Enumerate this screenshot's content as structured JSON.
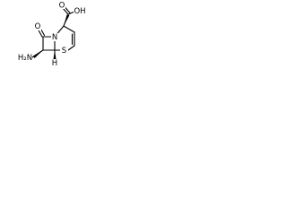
{
  "structure": {
    "atoms": {
      "carbonyl_o": "O",
      "acid_o": "O",
      "hydroxyl": "OH",
      "nitrogen": "N",
      "sulfur": "S",
      "amine": "H₂N",
      "stereo_h": "H"
    },
    "colors": {
      "ink": "#000000",
      "background": "#ffffff"
    }
  }
}
